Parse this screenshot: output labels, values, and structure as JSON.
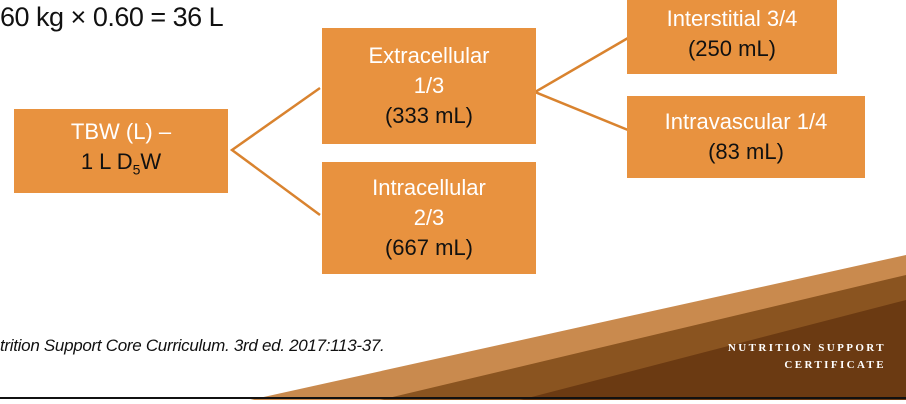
{
  "formula": "60 kg × 0.60 = 36  L",
  "tbw": {
    "line1": "TBW (L) –",
    "line2_pre": "1 L D",
    "line2_sub": "5",
    "line2_post": "W"
  },
  "extracellular": {
    "line1": "Extracellular",
    "line2": "1/3",
    "line3": "(333 mL)"
  },
  "intracellular": {
    "line1": "Intracellular",
    "line2": "2/3",
    "line3": "(667 mL)"
  },
  "interstitial": {
    "line1": "Interstitial 3/4",
    "line2": "(250 mL)"
  },
  "intravascular": {
    "line1": "Intravascular  1/4",
    "line2": "(83 mL)"
  },
  "citation": "trition Support Core Curriculum. 3rd ed. 2017:113-37.",
  "brand": {
    "line1": "NUTRITION SUPPORT",
    "line2": "CERTIFICATE"
  },
  "colors": {
    "box": "#e8923f",
    "connector": "#d9832f",
    "footer_dark": "#6b3a12",
    "footer_mid": "#8a5420",
    "footer_light": "#c98a4e"
  }
}
